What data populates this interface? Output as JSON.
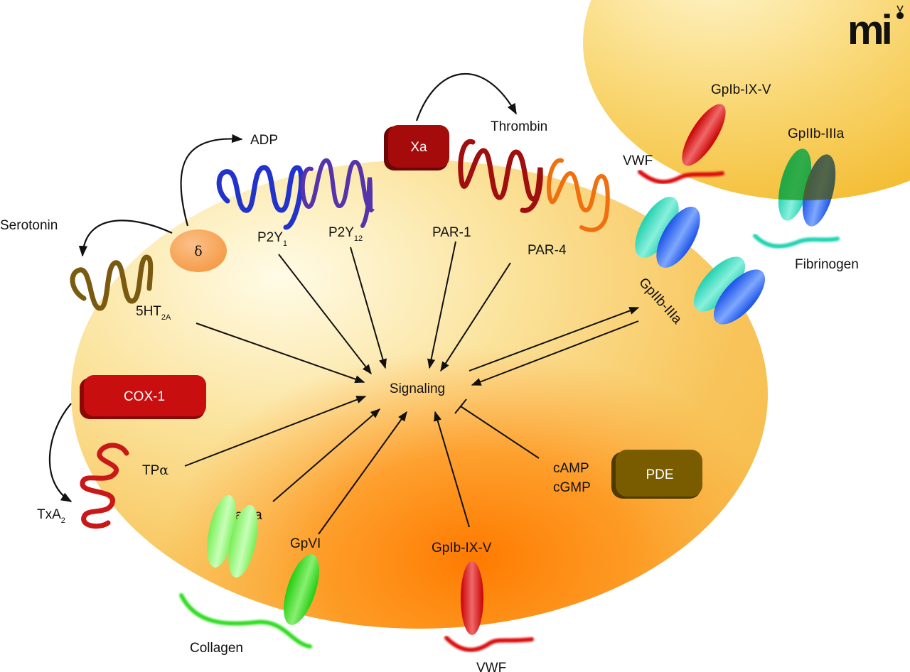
{
  "logo": {
    "text": "mi"
  },
  "colors": {
    "cell_light": "#fff6d6",
    "cell_mid": "#f9d77a",
    "cell_dark": "#f7941d",
    "cell_orange": "#ff7f00",
    "p2y1": "#2233cc",
    "p2y12": "#5533aa",
    "par1": "#a00e0e",
    "par4": "#f07010",
    "ht2a": "#7a5a10",
    "tpa": "#c81818",
    "delta": "#f8a458",
    "xa": "#a50b0b",
    "cox1": "#c80e0e",
    "pde": "#7a5c00",
    "collagen": "#33dd22",
    "fibrinogen": "#22d3b0",
    "vwf": "#dd1111",
    "integrin_a": "#33dcc0",
    "integrin_b": "#2260f0"
  },
  "center": {
    "label": "Signaling"
  },
  "receptors": {
    "p2y1": {
      "base": "P2Y",
      "sub": "1"
    },
    "p2y12": {
      "base": "P2Y",
      "sub": "12"
    },
    "par1": {
      "label": "PAR-1"
    },
    "par4": {
      "label": "PAR-4"
    },
    "ht2a": {
      "base": "5HT",
      "sub": "2A"
    },
    "tpa": {
      "base": "TP",
      "greek": "α"
    },
    "gpiib_inner": {
      "label": "GpIIb-IIIa"
    },
    "gpia": {
      "label": "GpIa-IIa"
    },
    "gpvi": {
      "label": "GpVI"
    },
    "gpib_bottom": {
      "label": "GpIb-IX-V"
    },
    "gpib_top": {
      "label": "GpIb-IX-V"
    },
    "gpiib_top": {
      "label": "GpIIb-IIIa"
    }
  },
  "agonists": {
    "adp": "ADP",
    "serotonin": "Serotonin",
    "thrombin": "Thrombin",
    "txa2": {
      "base": "TxA",
      "sub": "2"
    },
    "collagen": "Collagen",
    "vwf_bottom": "VWF",
    "vwf_top": "VWF",
    "fibrinogen": "Fibrinogen"
  },
  "enzymes": {
    "xa": "Xa",
    "cox1": "COX-1",
    "pde": "PDE",
    "delta_granule": "δ"
  },
  "inhibitors": {
    "camp": "cAMP",
    "cgmp": "cGMP"
  }
}
